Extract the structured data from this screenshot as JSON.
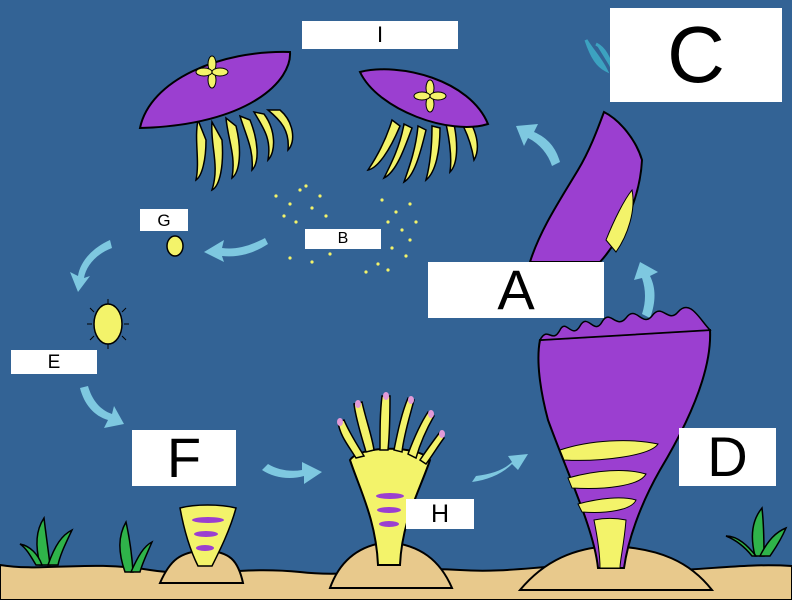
{
  "labels": {
    "i": "I",
    "c": "C",
    "g": "G",
    "b": "B",
    "a": "A",
    "e": "E",
    "f": "F",
    "d": "D",
    "h": "H"
  },
  "colors": {
    "water": "#336395",
    "sand": "#e8c98c",
    "jelly_purple": "#9b3fd0",
    "polyp_yellow": "#f3f36a",
    "arrow": "#7ec8e0",
    "seaweed": "#2fb34a",
    "label_bg": "#ffffff"
  }
}
